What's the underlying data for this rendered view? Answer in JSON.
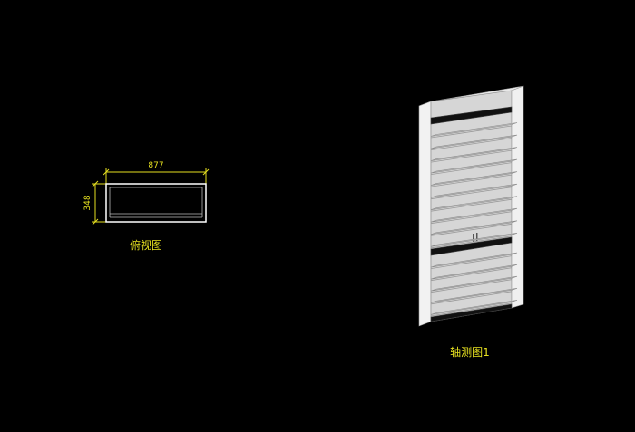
{
  "drawing": {
    "background": "#000000",
    "annotation_color": "#e6e020",
    "line_color": "#ffffff",
    "top_view": {
      "width_dim": "877",
      "depth_dim": "348",
      "caption": "俯视图"
    },
    "axonometric_view": {
      "caption": "轴测图1",
      "upper_shelf_count": 10,
      "lower_shelf_count": 5
    }
  }
}
